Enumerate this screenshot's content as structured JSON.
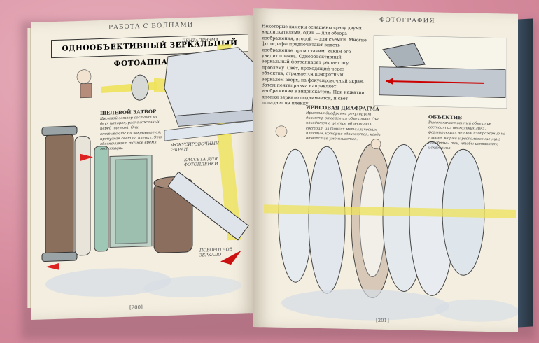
{
  "left_page": {
    "header": "РАБОТА С ВОЛНАМИ",
    "title": "ОДНООБЪЕКТИВНЫЙ ЗЕРКАЛЬНЫЙ ФОТОАППАРАТ",
    "page_number": "[200]",
    "labels": {
      "shutter": "ЩЕЛЕВОЙ ЗАТВОР",
      "focus_screen": "ФОКУСИРОВОЧНЫЙ ЭКРАН",
      "film_cassette": "КАССЕТА ДЛЯ ФОТОПЛЕНКИ",
      "mirror": "ПОВОРОТНОЕ ЗЕРКАЛО",
      "prism": "ПЕНТАПРИЗМА"
    },
    "shutter_text": "Щелевой затвор состоит из двух шторок, расположенных перед пленкой. Они открываются и закрываются, пропуская свет на пленку. Это обеспечивает точное время экспозиции."
  },
  "right_page": {
    "header": "ФОТОГРАФИЯ",
    "page_number": "[201]",
    "intro_text": "Некоторые камеры оснащены сразу двумя видоискателями, один — для обзора изображения, второй — для съемки. Многие фотографы предпочитают видеть изображение прямо таким, каким его увидит пленка. Однообъективный зеркальный фотоаппарат решает эту проблему. Свет, проходящий через объектив, отражается поворотным зеркалом вверх, на фокусировочный экран. Затем пентапризма направляет изображение в видоискатель. При нажатии кнопки зеркало поднимается, и свет попадает на пленку.",
    "aperture_title": "ИРИСОВАЯ ДИАФРАГМА",
    "aperture_text": "Ирисовая диафрагма регулирует диаметр отверстия объектива. Она находится в центре объектива и состоит из тонких металлических пластин, которые сдвигаются, когда отверстие уменьшается.",
    "lens_title": "ОБЪЕКТИВ",
    "lens_text": "Высококачественный объектив состоит из нескольких линз, формирующих четкое изображение на пленке. Форма и расположение линз подобраны так, чтобы исправлять искажения."
  }
}
